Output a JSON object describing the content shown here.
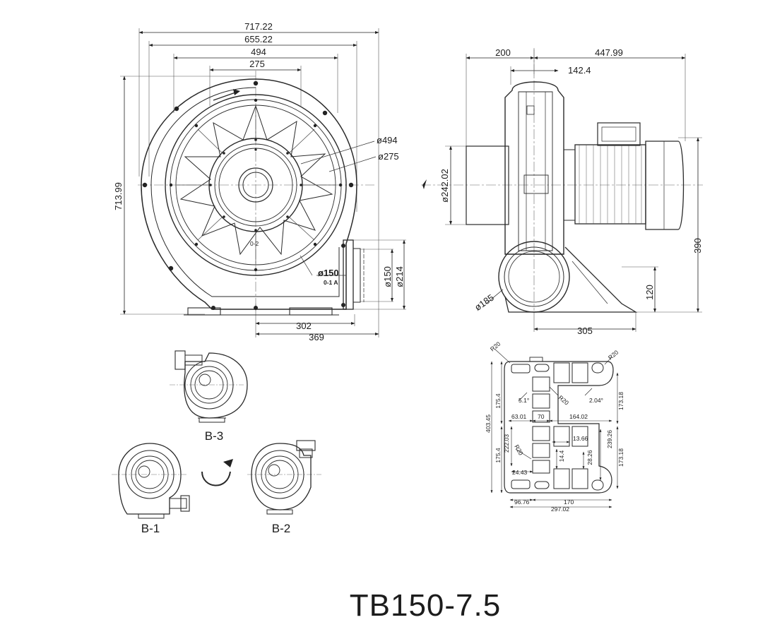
{
  "model": "TB150-7.5",
  "front_view": {
    "width_overall": "717.22",
    "width_2": "655.22",
    "width_3": "494",
    "width_4": "275",
    "height_overall": "713.99",
    "dia_494": "ø494",
    "dia_275": "ø275",
    "outlet_dia": "ø150",
    "outlet_note": "0-1 A",
    "outlet_inner": "ø150",
    "outlet_flange": "ø214",
    "base_302": "302",
    "base_369": "369",
    "hub_note": "0-2"
  },
  "side_view": {
    "dim_200": "200",
    "dim_447": "447.99",
    "dim_142": "142.4",
    "dim_242": "ø242.02",
    "dim_390": "390",
    "dim_120": "120",
    "dim_185": "ø185",
    "dim_305": "305"
  },
  "orientations": {
    "b3": "B-3",
    "b1": "B-1",
    "b2": "B-2"
  },
  "base_plate": {
    "r20_tl": "R20",
    "r20_tr": "R20",
    "r20_mid": "R20",
    "r20_low": "R20",
    "d403": "403.45",
    "d175a": "175.4",
    "d175b": "175.4",
    "d222": "222.03",
    "d173a": "173.18",
    "d173b": "173.18",
    "d51": "5.1°",
    "d204": "2.04°",
    "d63": "63.01",
    "d70": "70",
    "d164": "164.02",
    "d1366": "13.66",
    "d2392": "239.26",
    "d2826": "28.26",
    "d144": "14.4",
    "d2443": "24.43",
    "d9676": "96.76",
    "d170": "170",
    "d29702": "297.02"
  }
}
